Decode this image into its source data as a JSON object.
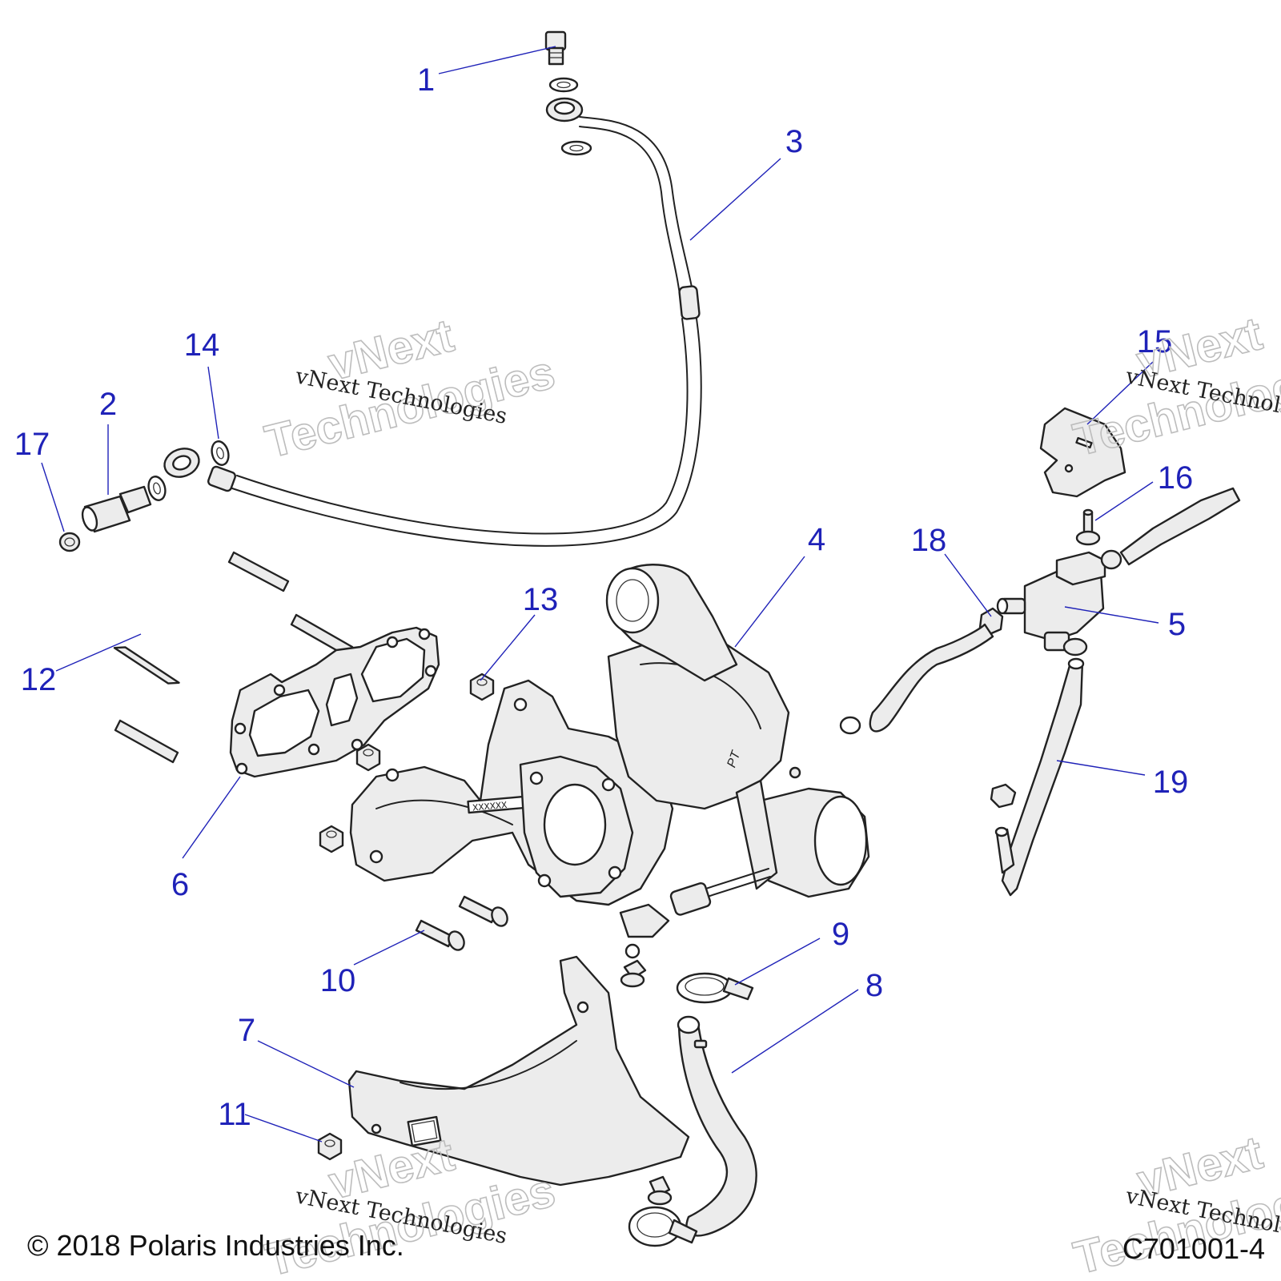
{
  "diagram": {
    "callouts": [
      {
        "id": "1",
        "label": "1"
      },
      {
        "id": "2",
        "label": "2"
      },
      {
        "id": "3",
        "label": "3"
      },
      {
        "id": "4",
        "label": "4"
      },
      {
        "id": "5",
        "label": "5"
      },
      {
        "id": "6",
        "label": "6"
      },
      {
        "id": "7",
        "label": "7"
      },
      {
        "id": "8",
        "label": "8"
      },
      {
        "id": "9",
        "label": "9"
      },
      {
        "id": "10",
        "label": "10"
      },
      {
        "id": "11",
        "label": "11"
      },
      {
        "id": "12",
        "label": "12"
      },
      {
        "id": "13",
        "label": "13"
      },
      {
        "id": "14",
        "label": "14"
      },
      {
        "id": "15",
        "label": "15"
      },
      {
        "id": "16",
        "label": "16"
      },
      {
        "id": "17",
        "label": "17"
      },
      {
        "id": "18",
        "label": "18"
      },
      {
        "id": "19",
        "label": "19"
      }
    ],
    "part_stamp": "XXXXXX",
    "turbo_marking": "PT",
    "copyright": "© 2018 Polaris Industries Inc.",
    "figure_code": "C701001-4"
  },
  "watermark": {
    "line1": "vNext",
    "line2": "Technologies",
    "caption": "vNext Technologies"
  }
}
